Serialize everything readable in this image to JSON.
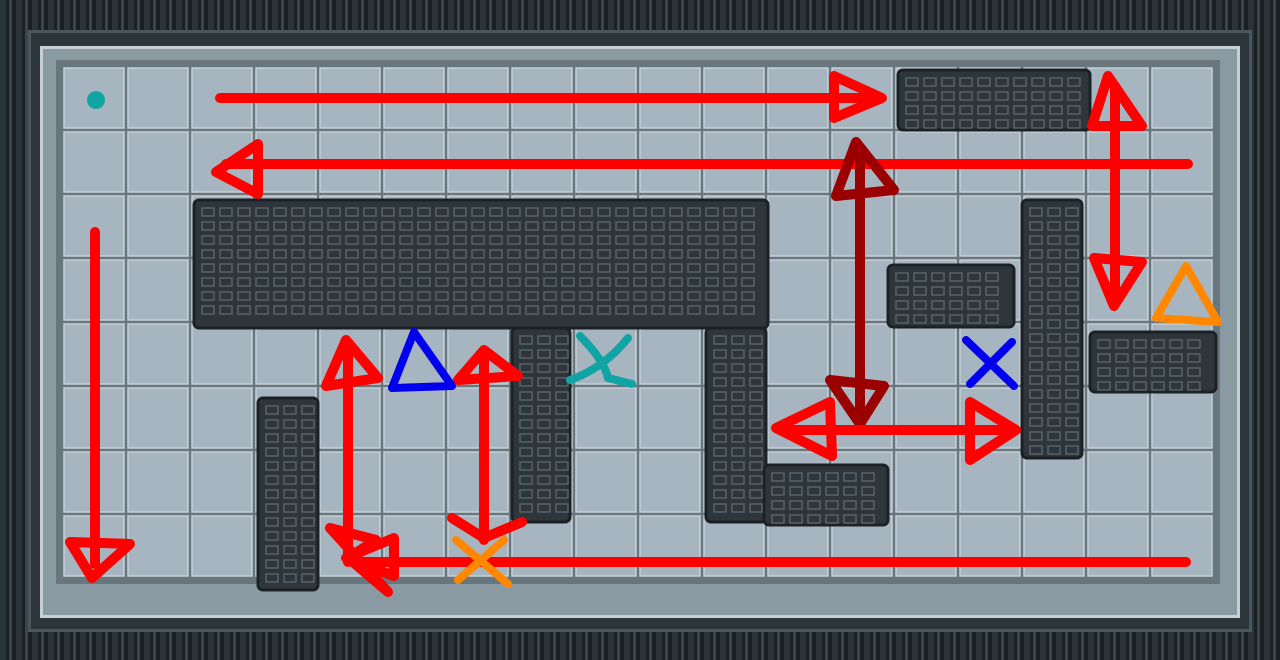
{
  "board": {
    "columns": 18,
    "rows": 8
  },
  "colors": {
    "tile": "#a6b5bf",
    "tile_light": "#c4d0d7",
    "grid": "#6a767d",
    "wall": "#2e363b",
    "wall_detail": "#56646b",
    "red_arrow": "#ff0000",
    "dark_red_arrow": "#9b0000",
    "blue": "#0000ee",
    "teal": "#11a4a4",
    "orange": "#ff8800"
  },
  "markers": [
    {
      "kind": "dot",
      "color": "teal",
      "name": "teal-dot-marker"
    },
    {
      "kind": "triangle",
      "color": "blue",
      "name": "blue-triangle-marker"
    },
    {
      "kind": "x",
      "color": "teal",
      "name": "teal-x-marker"
    },
    {
      "kind": "x",
      "color": "blue",
      "name": "blue-x-marker"
    },
    {
      "kind": "triangle",
      "color": "orange",
      "name": "orange-triangle-marker"
    },
    {
      "kind": "x",
      "color": "orange",
      "name": "orange-x-marker"
    }
  ]
}
